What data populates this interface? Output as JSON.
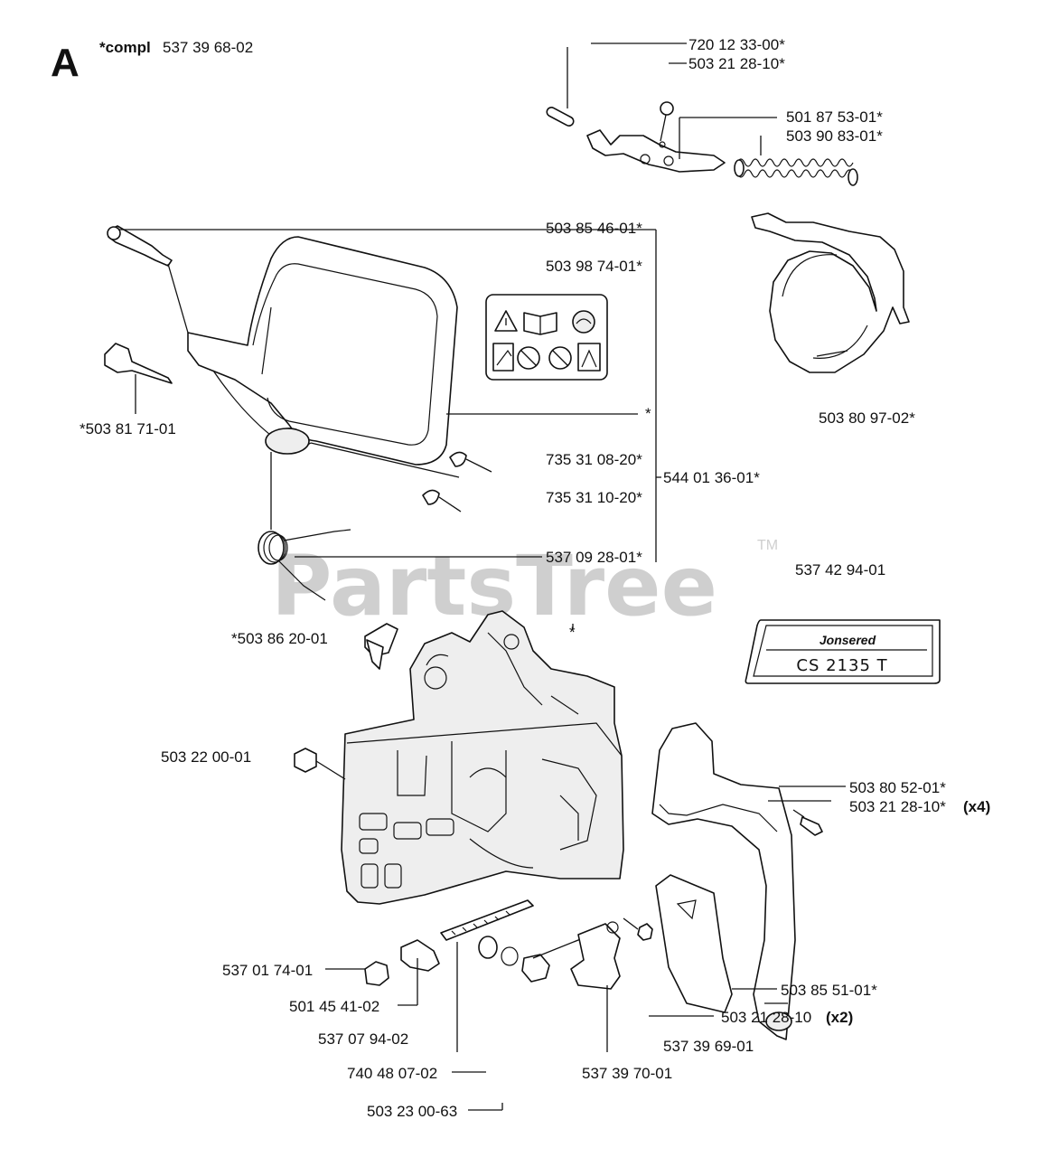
{
  "section_letter": "A",
  "compl_prefix": "*compl",
  "compl_number": "537 39 68-02",
  "watermark": "PartsTree",
  "watermark_tm": "TM",
  "labels": [
    "720 12 33-00*",
    "503 21 28-10*",
    "501 87 53-01*",
    "503 90 83-01*",
    "503 85 46-01*",
    "503 98 74-01*",
    "*",
    "*503 81 71-01",
    "735 31 08-20*",
    "544 01 36-01*",
    "735 31 10-20*",
    "537 09 28-01*",
    "503 80 97-02*",
    "537 42 94-01",
    "*503 86 20-01",
    "*",
    "503 22 00-01",
    "503 80 52-01*",
    "503 21 28-10*",
    "(x4)",
    "537 01 74-01",
    "501 45 41-02",
    "537 07 94-02",
    "740 48 07-02",
    "503 23 00-63",
    "537 39 70-01",
    "537 39 69-01",
    "503 21 28-10",
    "(x2)",
    "503 85 51-01*"
  ],
  "decal_brand": "Jonsered",
  "decal_model": "CS 2135 T",
  "warning_icons": [
    "warning-triangle-icon",
    "manual-book-icon",
    "helmet-icon",
    "kickback-icon",
    "no-one-hand-icon",
    "no-tip-contact-icon",
    "chain-brake-icon"
  ]
}
